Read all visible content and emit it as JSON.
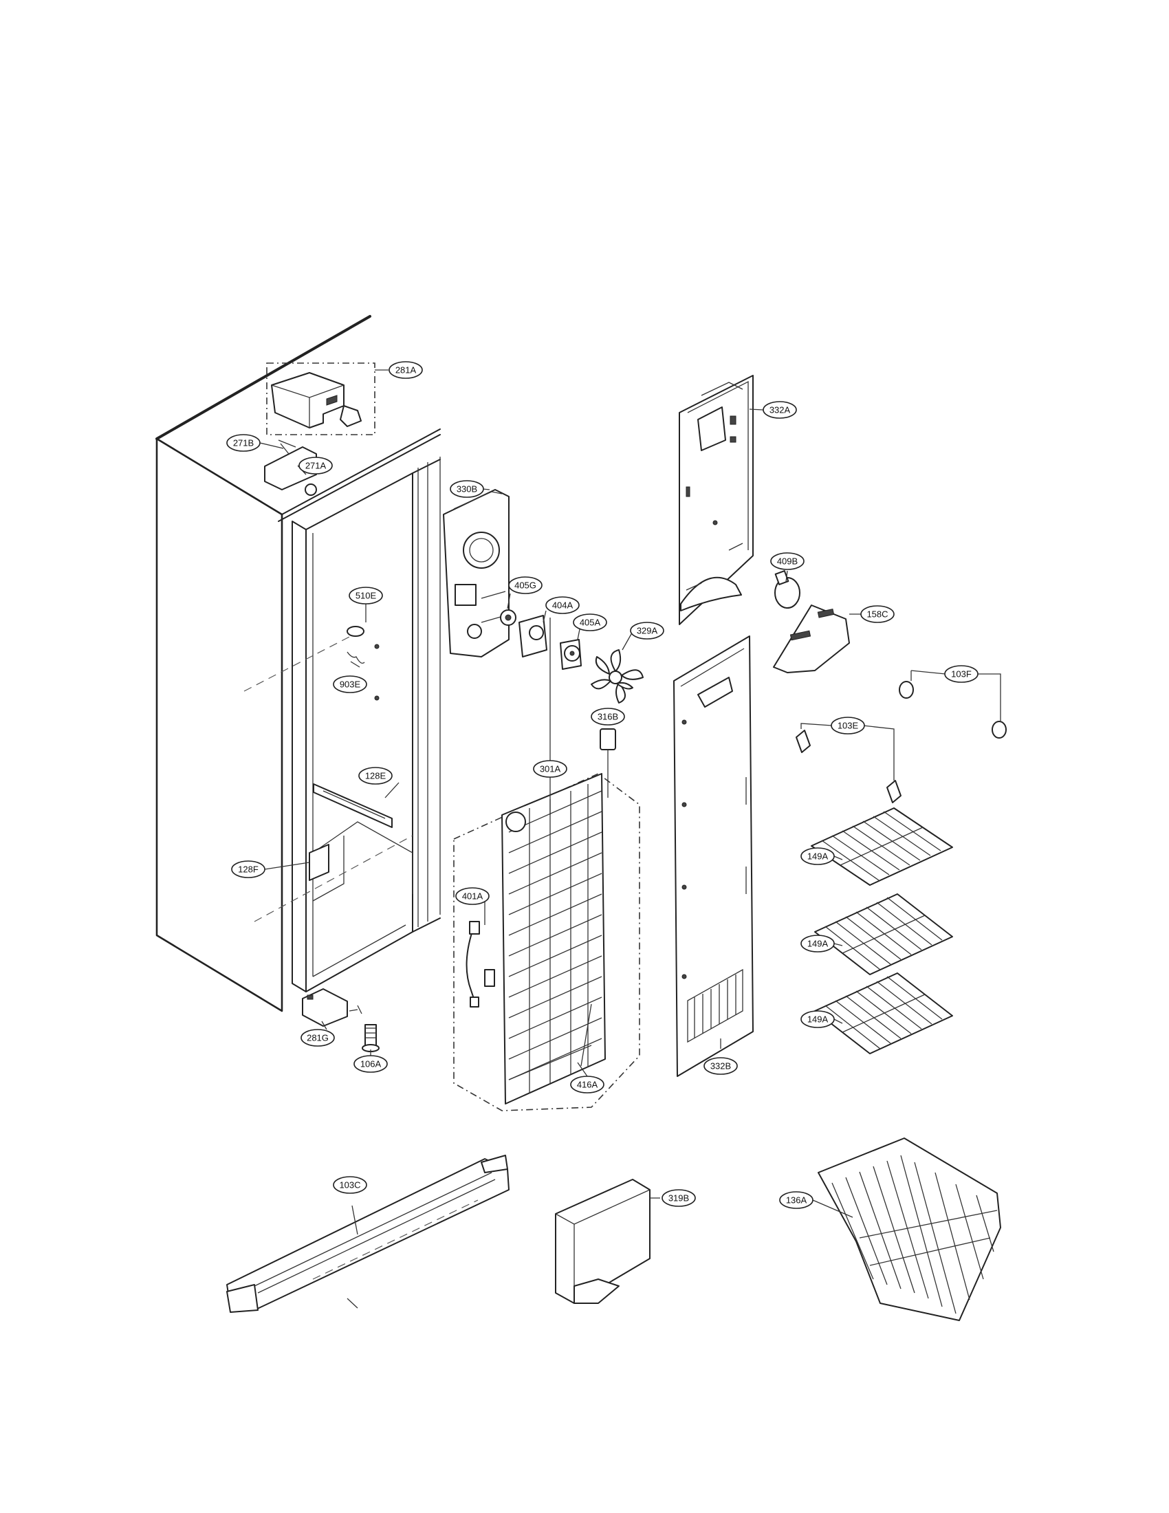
{
  "part_labels": {
    "p281A": "281A",
    "p271B": "271B",
    "p271A": "271A",
    "p330B": "330B",
    "p332A": "332A",
    "p510E": "510E",
    "p903E": "903E",
    "p405G": "405G",
    "p404A": "404A",
    "p405A": "405A",
    "p329A": "329A",
    "p409B": "409B",
    "p158C": "158C",
    "p103F": "103F",
    "p316B": "316B",
    "p301A": "301A",
    "p103E": "103E",
    "p128E": "128E",
    "p128F": "128F",
    "p401A": "401A",
    "p149A_1": "149A",
    "p149A_2": "149A",
    "p149A_3": "149A",
    "p281G": "281G",
    "p106A": "106A",
    "p416A": "416A",
    "p332B": "332B",
    "p103C": "103C",
    "p319B": "319B",
    "p136A": "136A"
  }
}
